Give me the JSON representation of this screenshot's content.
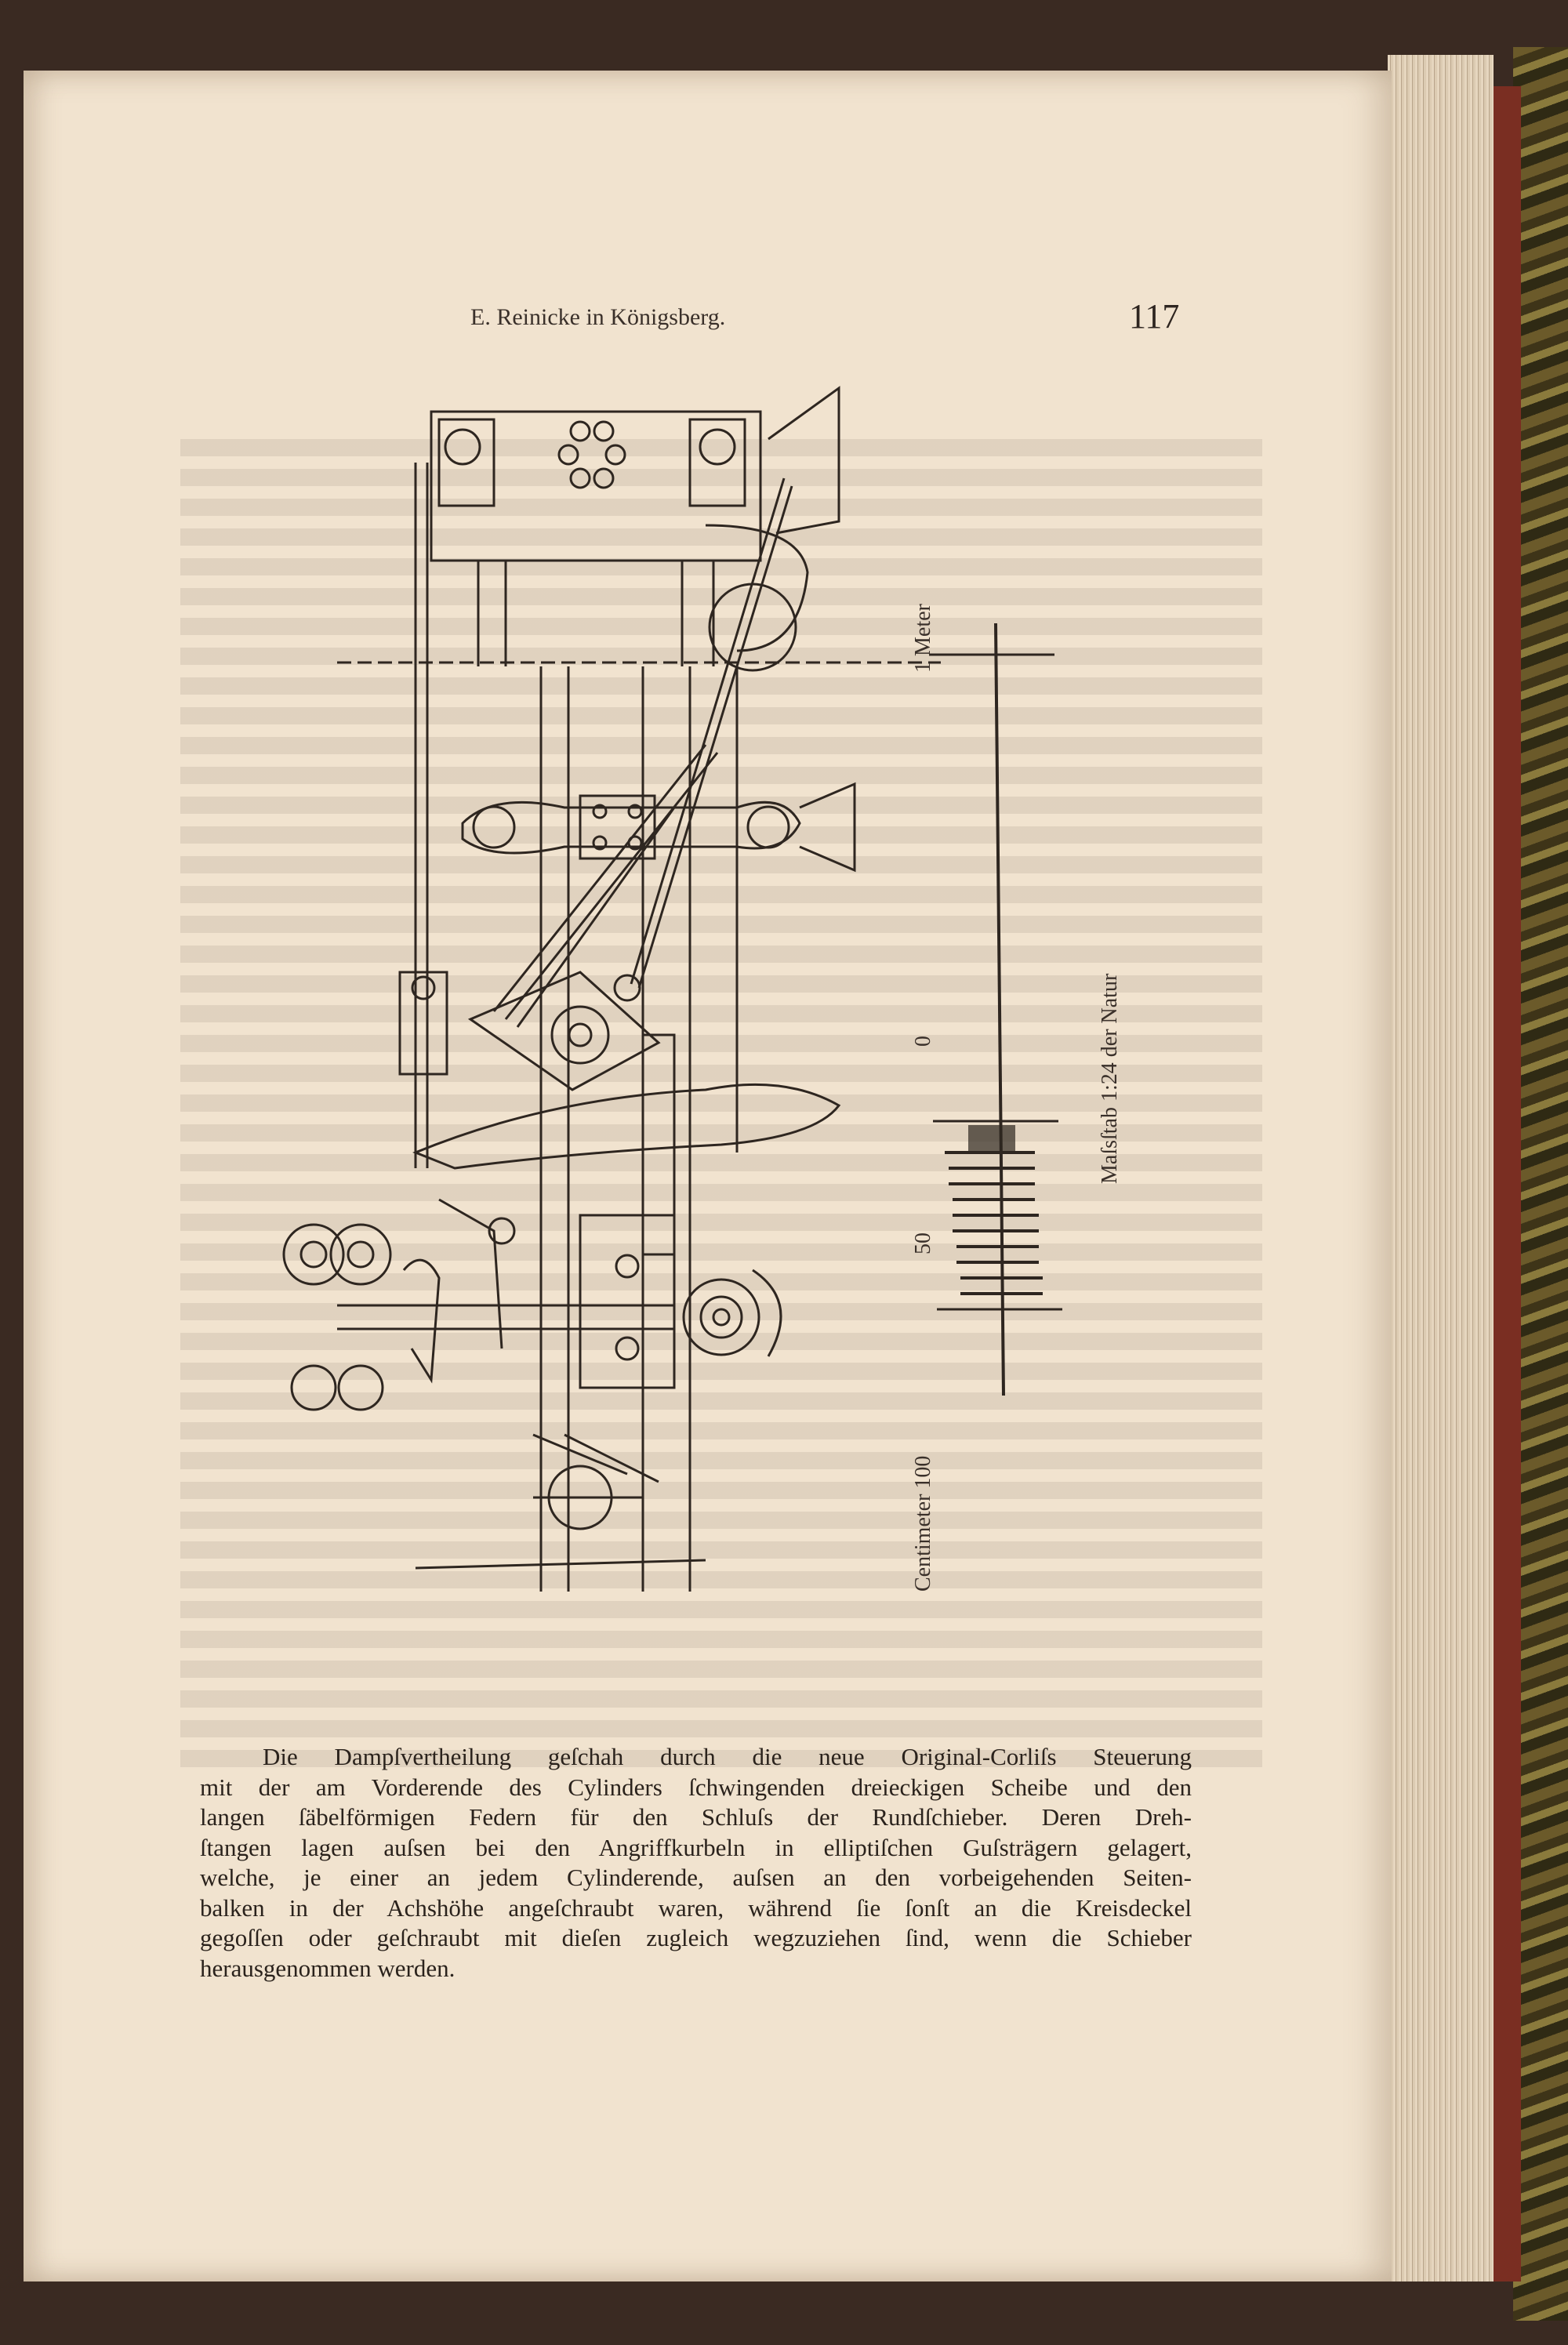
{
  "page": {
    "running_head": "E. Reinicke in Königsberg.",
    "page_number": "117"
  },
  "figure": {
    "scale": {
      "title": "Maſsſtab 1:24 der Natur",
      "label_top": "1 Meter",
      "label_zero": "0",
      "label_fifty": "50",
      "label_bottom": "Centimeter 100"
    }
  },
  "body": {
    "lines": [
      "Die Dampſvertheilung geſchah durch die neue Original-Corliſs Steuerung",
      "mit der am Vorderende des Cylinders ſchwingenden dreieckigen Scheibe und den",
      "langen ſäbelförmigen Federn für den Schluſs der Rundſchieber. Deren Dreh-",
      "ſtangen lagen auſsen bei den Angriffkurbeln in elliptiſchen Guſsträgern gelagert,",
      "welche, je einer an jedem Cylinderende, auſsen an den vorbeigehenden Seiten-",
      "balken in der Achshöhe angeſchraubt waren, während ſie ſonſt an die Kreisdeckel",
      "gegoſſen oder geſchraubt mit dieſen zugleich wegzuziehen ſind, wenn die Schieber",
      "herausgenommen werden."
    ]
  }
}
